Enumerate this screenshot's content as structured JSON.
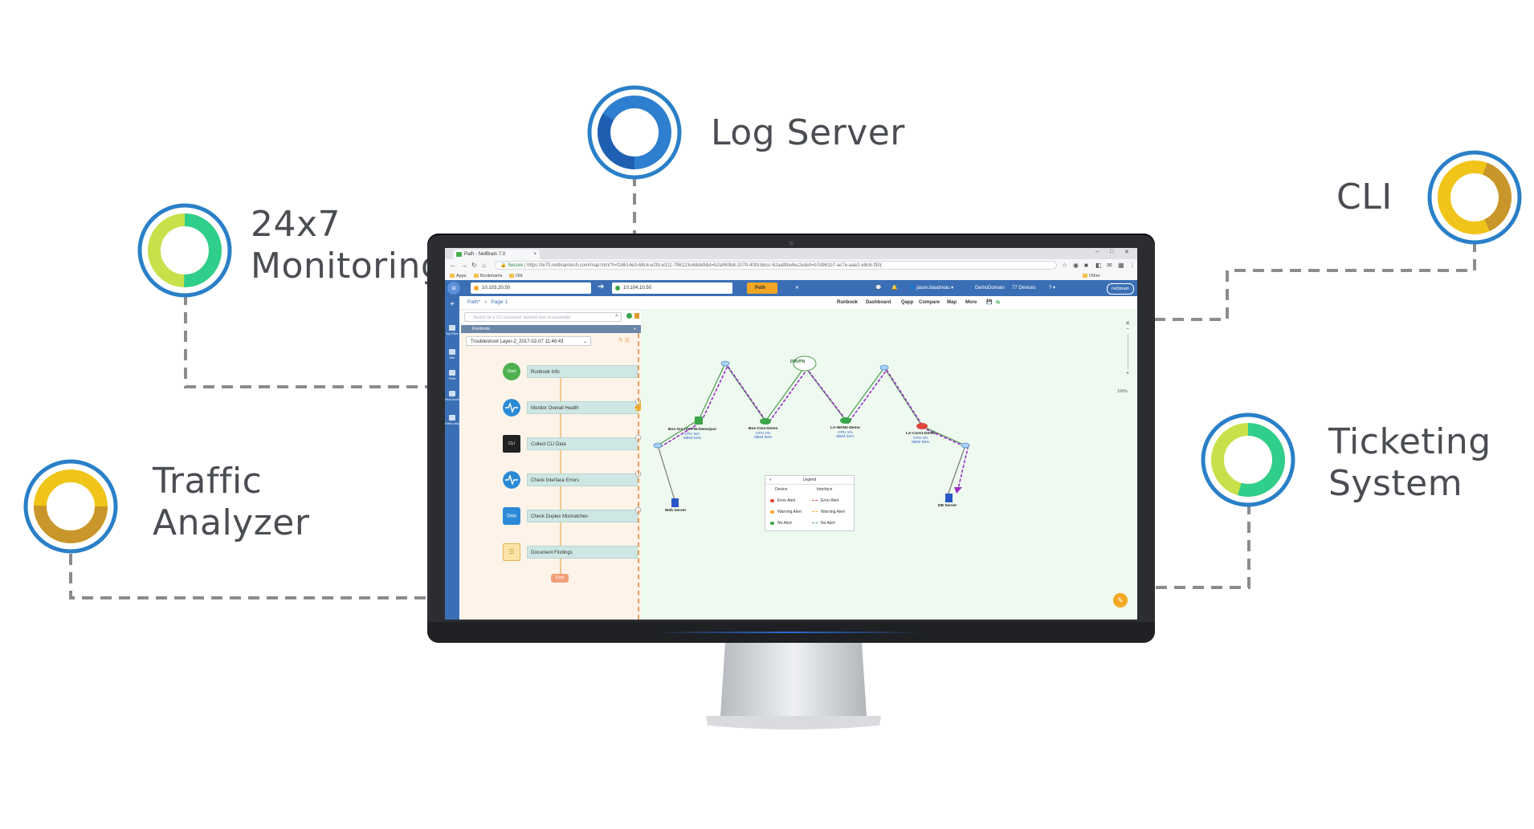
{
  "integrations": {
    "log_server": "Log Server",
    "cli": "CLI",
    "monitoring_line1": "24x7",
    "monitoring_line2": "Monitoring",
    "ticketing_line1": "Ticketing",
    "ticketing_line2": "System",
    "traffic_line1": "Traffic",
    "traffic_line2": "Analyzer"
  },
  "colors": {
    "ring_blue": "#2a80c8",
    "ring_green": "#2fce8a",
    "ring_yellow": "#f0c419",
    "ring_gold": "#c8962a",
    "connector": "#8c8c8c",
    "app_header": "#3b6fb5"
  },
  "browser": {
    "tab_title": "Path - NetBrain 7.0",
    "tab_close": "×",
    "secure_label": "Secure",
    "url": "https://ie70.netbraintech.com/map.html?t=f2d614e3-68c4-e2fd-e311-796123c4dde9&d=b2a963b8-2070-40fd-bbcc-62aa99a4ec2e&id=b7d961b7-ac7e-aae2-e8c6-f30(",
    "bookmarks": [
      "Apps",
      "Bookmarks",
      "Old Bookmarks"
    ],
    "other_bookmarks": "Other bookmarks"
  },
  "app_header": {
    "source_ip": "10.103.20.50",
    "dest_ip": "10.104.10.50",
    "path_button": "Path",
    "user": "jason.baudreau",
    "domain": "DemoDomain",
    "devices": "77 Devices",
    "logo": "net)brain"
  },
  "breadcrumb": {
    "item1": "Path*",
    "separator": ">",
    "item2": "Page 1"
  },
  "search": {
    "placeholder": "Search for a CLI command, network term or parameter"
  },
  "runbook": {
    "header": "Runbook",
    "selected": "Troubleshoot Layer-2_2017-02-07 11:48:43",
    "start_label": "Start",
    "end_label": "End",
    "steps": [
      {
        "label": "Runbook Info",
        "icon": "start-icon"
      },
      {
        "label": "Monitor Overall Health",
        "icon": "pulse-icon"
      },
      {
        "label": "Collect CLI Data",
        "icon": "terminal-icon"
      },
      {
        "label": "Check Interface Errors",
        "icon": "pulse-icon"
      },
      {
        "label": "Check Duplex Mismatches",
        "icon": "qapp-icon"
      },
      {
        "label": "Document Findings",
        "icon": "document-icon"
      }
    ]
  },
  "rail": [
    "My Files",
    "Site",
    "Path",
    "Run-book",
    "Dash-chip"
  ],
  "map_tabs": [
    "Runbook",
    "Dashboard",
    "Qapp",
    "Compare",
    "Map",
    "More"
  ],
  "map": {
    "devices": [
      {
        "name": "Bos-Srx-rds-FW-Demo(act",
        "cpu": "CPU N/A",
        "mem": "MEM 54%"
      },
      {
        "name": "Bos-Core-Demo",
        "cpu": "CPU 1%",
        "mem": "MEM 50%"
      },
      {
        "name": "LA-WAN2-Demo",
        "cpu": "CPU 1%",
        "mem": "MEM 32%"
      },
      {
        "name": "LA-Core1-Demo",
        "cpu": "CPU 4%",
        "mem": "MEM 55%"
      }
    ],
    "cloud": "DMVPN",
    "web_server": "Web Server",
    "db_server": "DB Server",
    "zoom": "100%"
  },
  "legend": {
    "title": "Legend",
    "col_device": "Device",
    "col_interface": "Interface",
    "rows": [
      {
        "device": "Error Alert",
        "interface": "Error Alert",
        "color": "#e0453a"
      },
      {
        "device": "Warning Alert",
        "interface": "Warning Alert",
        "color": "#f5a623"
      },
      {
        "device": "No Alert",
        "interface": "No Alert",
        "color": "#3aa54a"
      }
    ]
  }
}
